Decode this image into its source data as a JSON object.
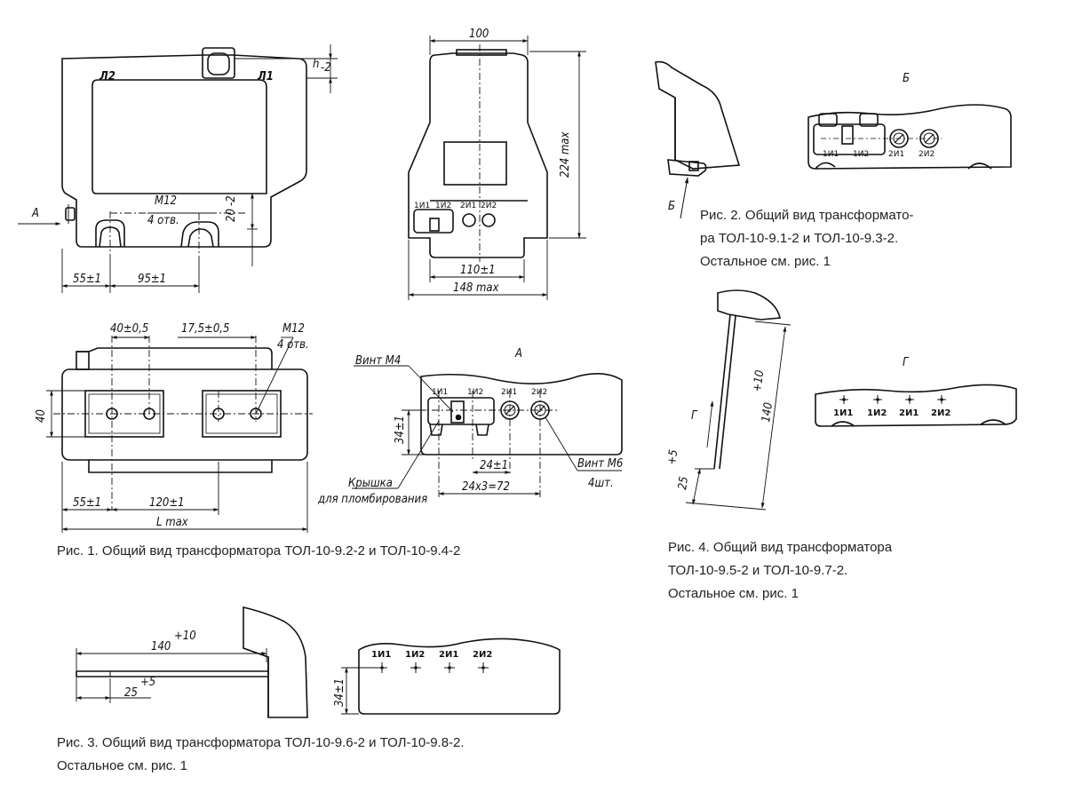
{
  "captions": {
    "fig1": "Рис. 1. Общий вид трансформатора ТОЛ-10-9.2-2 и ТОЛ-10-9.4-2",
    "fig2_l1": "Рис. 2. Общий вид трансформато-",
    "fig2_l2": "ра ТОЛ-10-9.1-2 и ТОЛ-10-9.3-2.",
    "fig2_l3": "Остальное см. рис. 1",
    "fig3_l1": "Рис. 3. Общий вид трансформатора ТОЛ-10-9.6-2 и ТОЛ-10-9.8-2.",
    "fig3_l2": "Остальное см. рис. 1",
    "fig4_l1": "Рис. 4. Общий вид трансформатора",
    "fig4_l2": "ТОЛ-10-9.5-2 и ТОЛ-10-9.7-2.",
    "fig4_l3": "Остальное см. рис. 1"
  },
  "front_view": {
    "l2": "Л2",
    "l1": "Л1",
    "h": "h",
    "h_tol": "-2",
    "view_a": "А",
    "m12": "М12",
    "holes": "4 отв.",
    "dim_20": "20",
    "dim_20_tol": "-2",
    "dim_55": "55±1",
    "dim_95": "95±1"
  },
  "side_view": {
    "dim_100": "100",
    "dim_224": "224 max",
    "dim_110": "110±1",
    "dim_148": "148 max",
    "t1i1": "1И1",
    "t1i2": "1И2",
    "t2i1": "2И1",
    "t2i2": "2И2"
  },
  "top_view": {
    "dim_40_05": "40±0,5",
    "dim_17_5": "17,5±0,5",
    "m12": "М12",
    "holes": "4 отв.",
    "dim_40": "40",
    "dim_55": "55±1",
    "dim_120": "120±1",
    "dim_l": "L max"
  },
  "view_a": {
    "title": "А",
    "screw_m4": "Винт М4",
    "t1i1": "1И1",
    "t1i2": "1И2",
    "t2i1": "2И1",
    "t2i2": "2И2",
    "dim_34": "34±1",
    "dim_24": "24±1",
    "dim_72": "24x3=72",
    "screw_m6": "Винт М6",
    "pcs": "4шт.",
    "cover": "Крышка",
    "sealing": "для пломбирования"
  },
  "fig2": {
    "view_b": "Б",
    "arrow_b": "Б",
    "t1i1": "1И1",
    "t1i2": "1И2",
    "t2i1": "2И1",
    "t2i2": "2И2"
  },
  "fig3": {
    "dim_140": "140",
    "dim_140_tol": "+10",
    "dim_25": "25",
    "dim_25_tol": "+5",
    "t1i1": "1И1",
    "t1i2": "1И2",
    "t2i1": "2И1",
    "t2i2": "2И2",
    "dim_34": "34±1"
  },
  "fig4": {
    "arrow_g": "Г",
    "view_g": "Г",
    "dim_140": "140",
    "dim_140_tol": "+10",
    "dim_25": "25",
    "dim_25_tol": "+5",
    "t1i1": "1И1",
    "t1i2": "1И2",
    "t2i1": "2И1",
    "t2i2": "2И2"
  }
}
